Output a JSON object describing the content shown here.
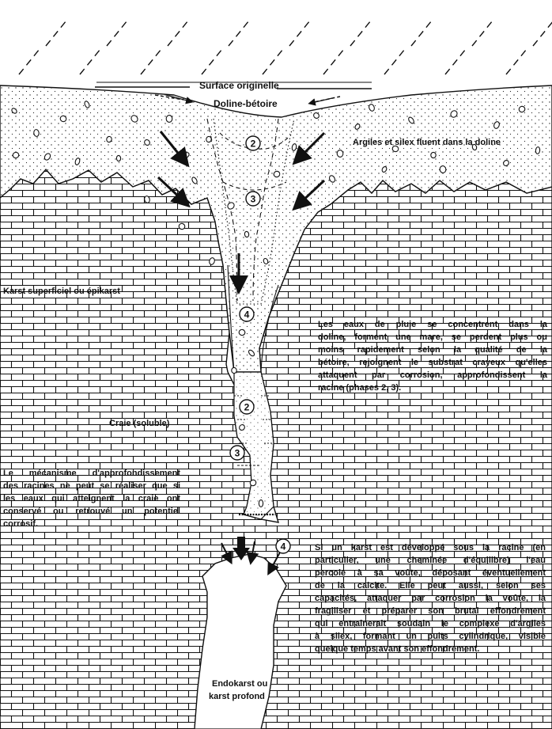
{
  "labels": {
    "surface": "Surface originelle",
    "doline": "Doline-bétoire",
    "argiles": "Argiles et silex fluent dans la doline",
    "epikarst": "Karst superficiel ou épikarst",
    "craie": "Craie (soluble)",
    "endokarst_1": "Endokarst ou",
    "endokarst_2": "karst profond"
  },
  "phases": [
    "2",
    "3",
    "4",
    "2",
    "3",
    "4"
  ],
  "paragraphs": {
    "pluie": [
      "Les eaux de pluie se concentrent dans la",
      "doline, forment une mare, se perdent plus ou",
      "moins rapidement selon la qualité de la",
      "bétoire, rejoignent le substrat crayeux qu'elles",
      "attaquent par corrosion, approfondissent la",
      "racine (phases 2, 3)."
    ],
    "mecanisme": [
      "Le mécanisme d'approfondissement",
      "des racines ne peut se réaliser que si",
      "les eaux qui atteignent la craie ont",
      "conservé ou retrouvé un potentiel",
      "corrosif."
    ],
    "karst": [
      "Si un karst est développé sous la racine (en",
      "particulier, une cheminée d'équilibre) l'eau",
      "percole à sa voûte, déposant éventuellement",
      "de la calcite. Elle peut aussi, selon ses",
      "capacités, attaquer par corrosion la voûte, la",
      "fragiliser et préparer son brutal effondrement",
      "qui entraînerait soudain le complexe d'argiles",
      "à silex, formant un puits cylindrique, visible",
      "quelque temps avant son effondrement."
    ]
  }
}
